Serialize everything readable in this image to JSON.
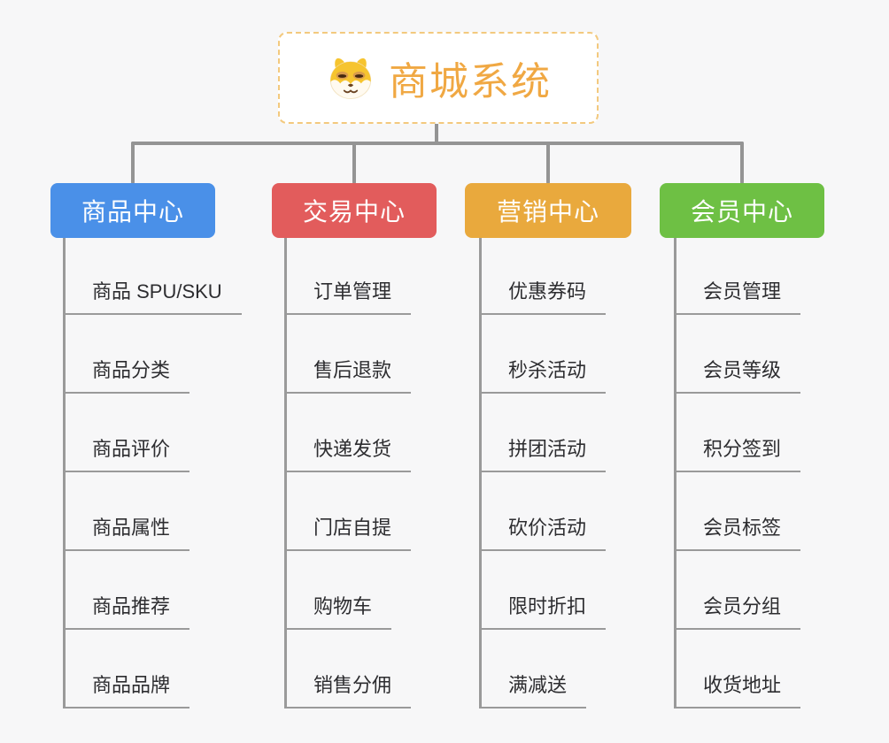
{
  "root": {
    "title": "商城系统",
    "icon": "dog-face-icon"
  },
  "colors": {
    "background": "#f7f7f8",
    "root_border": "#f3c97e",
    "root_title": "#f0a843",
    "connector_gray": "#949494",
    "leaf_text": "#2d2d30",
    "branch_product": "#4a90e8",
    "branch_trade": "#e25c5c",
    "branch_marketing": "#e9a93d",
    "branch_member": "#6ec044"
  },
  "branches": [
    {
      "label": "商品中心",
      "color": "#4a90e8",
      "children": [
        "商品 SPU/SKU",
        "商品分类",
        "商品评价",
        "商品属性",
        "商品推荐",
        "商品品牌"
      ]
    },
    {
      "label": "交易中心",
      "color": "#e25c5c",
      "children": [
        "订单管理",
        "售后退款",
        "快递发货",
        "门店自提",
        "购物车",
        "销售分佣"
      ]
    },
    {
      "label": "营销中心",
      "color": "#e9a93d",
      "children": [
        "优惠券码",
        "秒杀活动",
        "拼团活动",
        "砍价活动",
        "限时折扣",
        "满减送"
      ]
    },
    {
      "label": "会员中心",
      "color": "#6ec044",
      "children": [
        "会员管理",
        "会员等级",
        "积分签到",
        "会员标签",
        "会员分组",
        "收货地址"
      ]
    }
  ]
}
